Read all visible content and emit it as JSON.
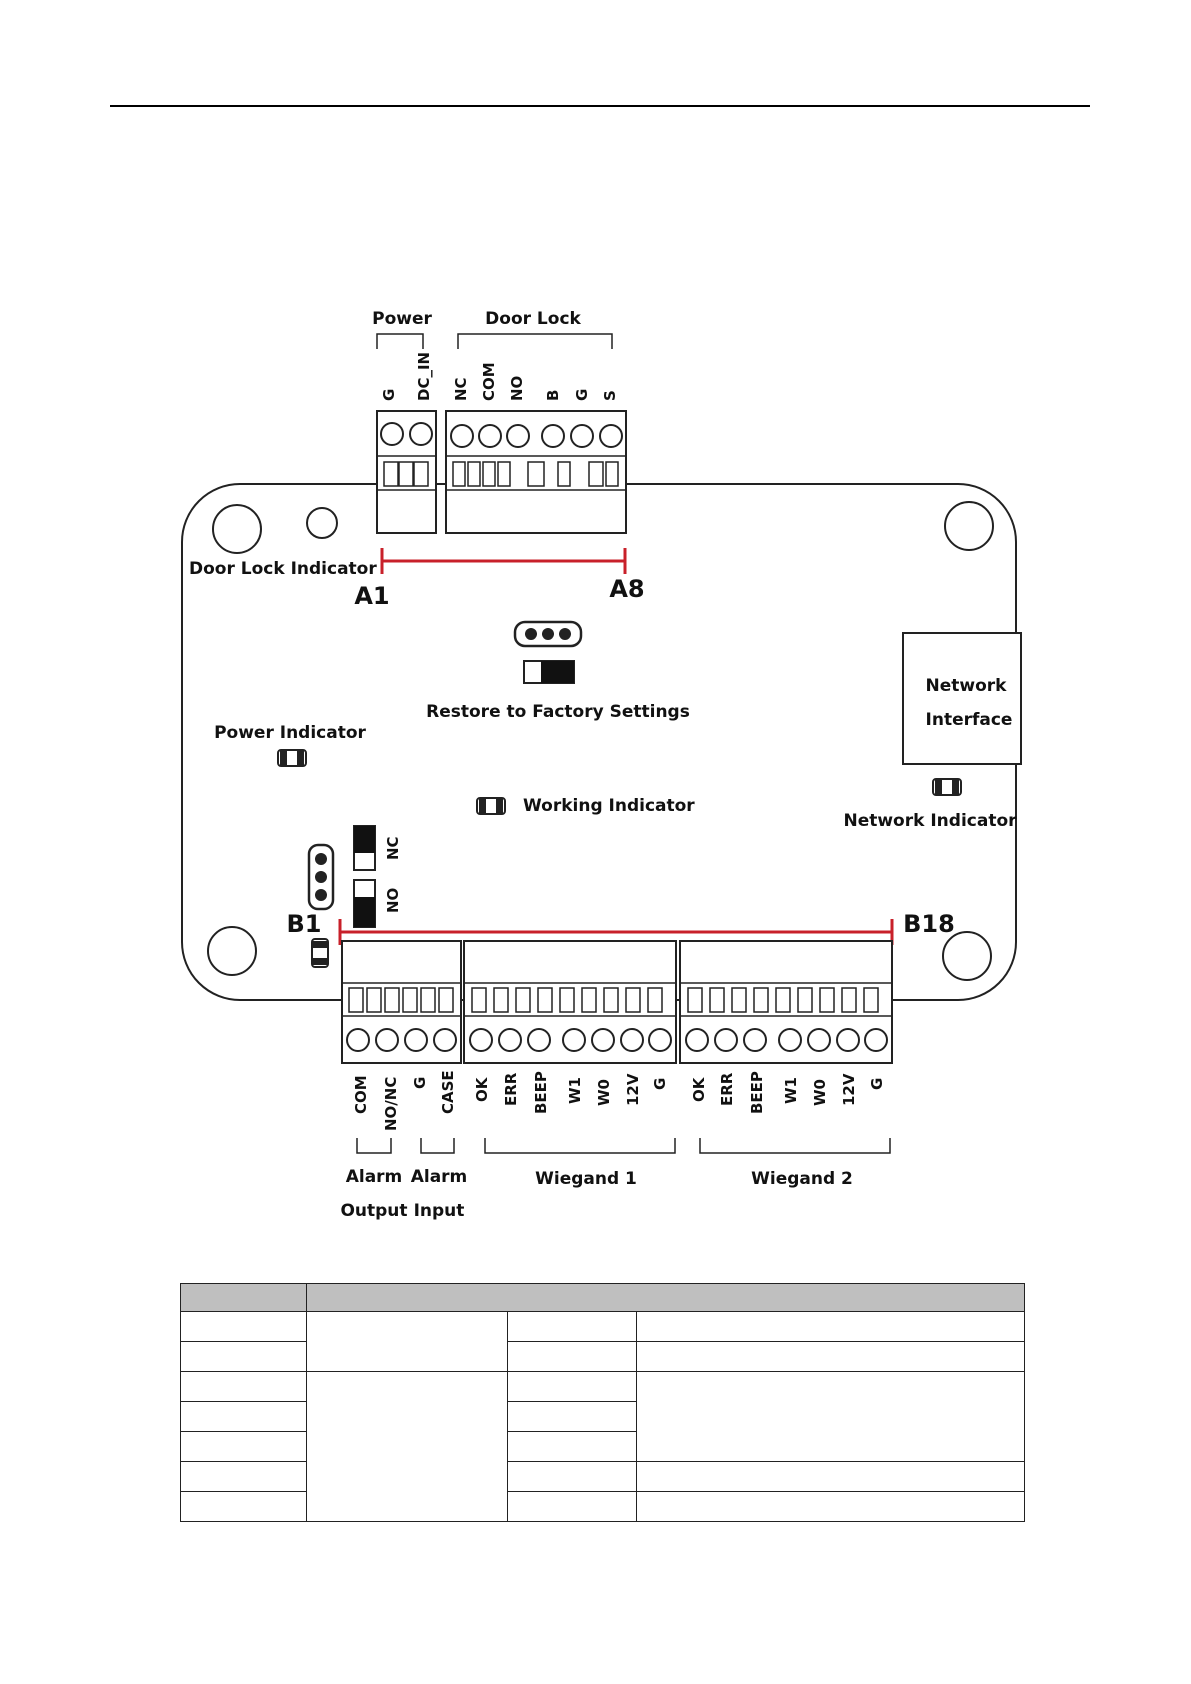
{
  "diagram": {
    "groups": {
      "power": "Power",
      "door_lock": "Door Lock",
      "alarm_output": [
        "Alarm",
        "Output"
      ],
      "alarm_input": [
        "Alarm",
        "Input"
      ],
      "wiegand1": "Wiegand 1",
      "wiegand2": "Wiegand 2"
    },
    "top_terminals": {
      "power": [
        "G",
        "DC_IN"
      ],
      "door_lock": [
        "NC",
        "COM",
        "NO",
        "B",
        "G",
        "S"
      ]
    },
    "bottom_terminals": {
      "alarm": [
        "COM",
        "NO/NC",
        "G",
        "CASE"
      ],
      "wiegand1": [
        "OK",
        "ERR",
        "BEEP",
        "W1",
        "W0",
        "12V",
        "G"
      ],
      "wiegand2": [
        "OK",
        "ERR",
        "BEEP",
        "W1",
        "W0",
        "12V",
        "G"
      ]
    },
    "markers": {
      "a_start": "A1",
      "a_end": "A8",
      "b_start": "B1",
      "b_end": "B18"
    },
    "labels": {
      "door_lock_indicator": "Door Lock Indicator",
      "restore_factory": "Restore to Factory Settings",
      "power_indicator": "Power Indicator",
      "working_indicator": "Working Indicator",
      "network_interface": [
        "Network",
        "Interface"
      ],
      "network_indicator": "Network Indicator",
      "switch_nc": "NC",
      "switch_no": "NO"
    },
    "colors": {
      "marker_line": "#c8202a",
      "outline": "#222222",
      "table_header": "#bfbfbf"
    }
  }
}
